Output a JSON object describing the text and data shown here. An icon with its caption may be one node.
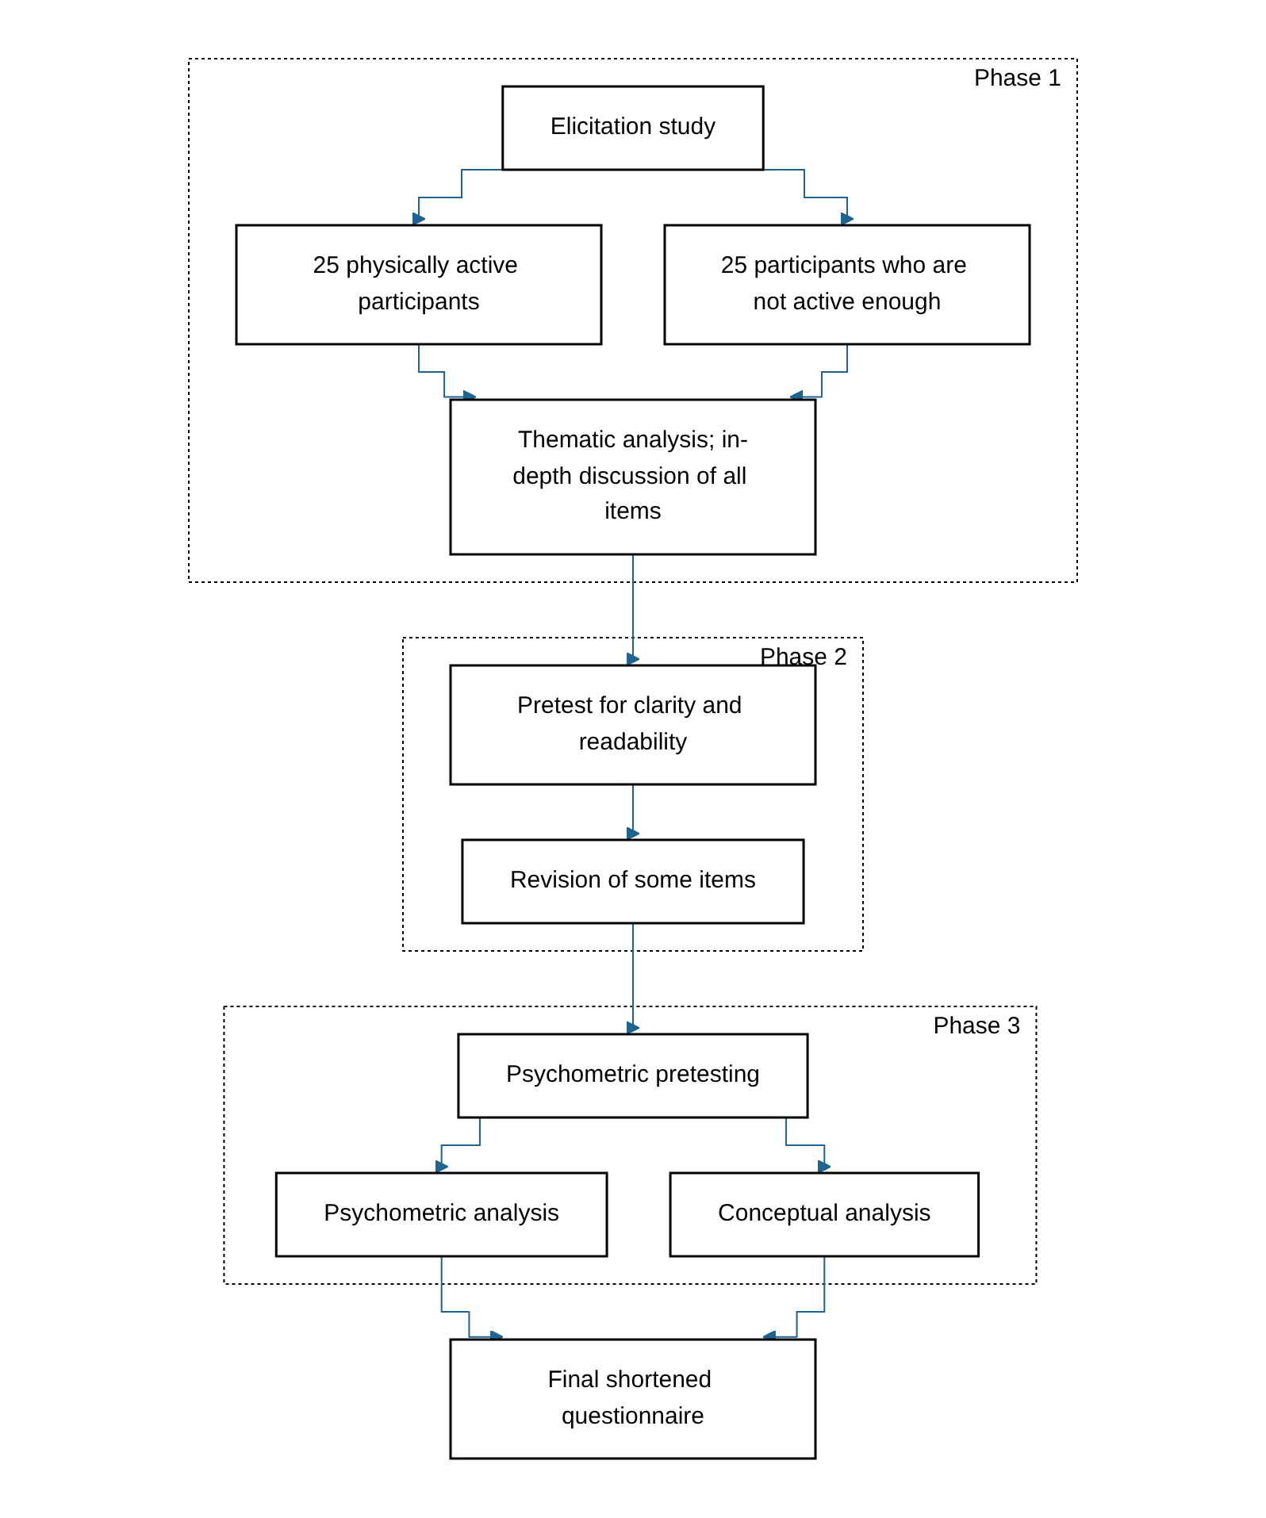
{
  "diagram": {
    "nodes": [
      {
        "text": [
          "Phase 1"
        ]
      },
      {
        "text": [
          "Elicitation study"
        ],
        "in": 0
      },
      {
        "text": [
          "25 physically active participants"
        ],
        "in": 0
      },
      {
        "text": [
          "25 participants who are not active enough"
        ],
        "in": 0
      },
      {
        "text": [
          "Thematic analysis; in-depth discussion of all items"
        ],
        "in": 0
      },
      {
        "text": [
          "Phase 2"
        ]
      },
      {
        "text": [
          "Pretest for clarity and readability"
        ],
        "in": 5
      },
      {
        "text": [
          "Revision of some items"
        ],
        "in": 5
      },
      {
        "text": [
          "Phase 3"
        ]
      },
      {
        "text": [
          "Psychometric pretesting"
        ],
        "in": 8
      },
      {
        "text": [
          "Psychometric analysis"
        ],
        "in": 8
      },
      {
        "text": [
          "Conceptual analysis"
        ],
        "in": 8
      },
      {
        "text": [
          "Final shortened questionnaire"
        ]
      }
    ],
    "edges": [
      {
        "from": 1,
        "to": 2,
        "arrow": "to"
      },
      {
        "from": 1,
        "to": 3,
        "arrow": "to"
      },
      {
        "from": 2,
        "to": 4,
        "arrow": "to"
      },
      {
        "from": 3,
        "to": 4,
        "arrow": "to"
      },
      {
        "from": 4,
        "to": 6,
        "arrow": "to"
      },
      {
        "from": 6,
        "to": 7,
        "arrow": "to"
      },
      {
        "from": 7,
        "to": 9,
        "arrow": "to"
      },
      {
        "from": 9,
        "to": 10,
        "arrow": "to"
      },
      {
        "from": 9,
        "to": 11,
        "arrow": "to"
      },
      {
        "from": 10,
        "to": 12,
        "arrow": "to"
      },
      {
        "from": 11,
        "to": 12,
        "arrow": "to"
      }
    ]
  }
}
